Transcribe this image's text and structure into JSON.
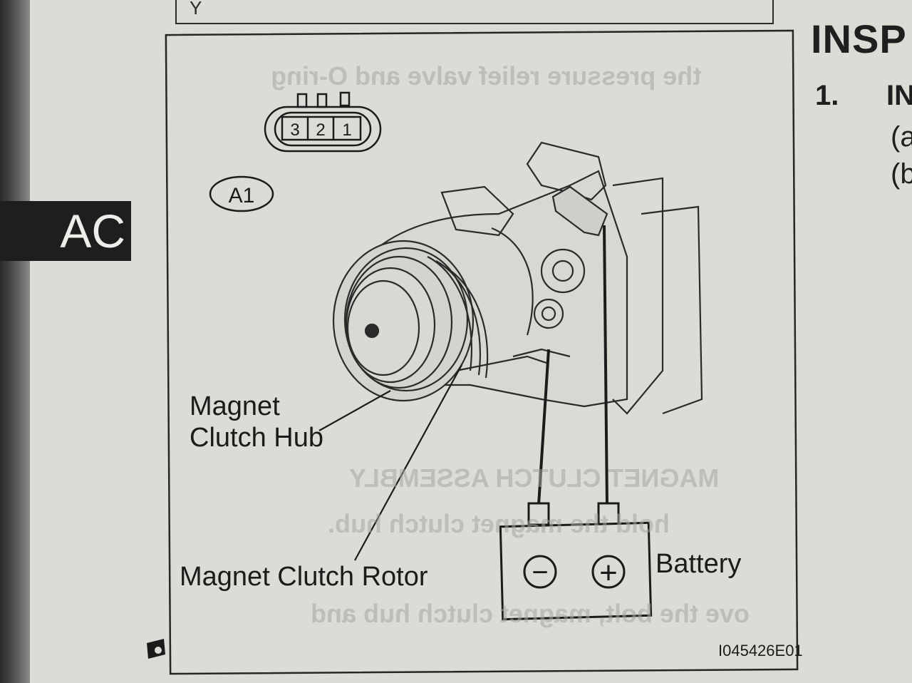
{
  "side_tab": "AC",
  "top_box_text": "Y",
  "heading": "INSP",
  "step": {
    "number": "1.",
    "text": "IN",
    "sub_a": "(a",
    "sub_b": "(b"
  },
  "connector": {
    "pins": [
      "3",
      "2",
      "1"
    ],
    "label": "A1"
  },
  "labels": {
    "hub": "Magnet\nClutch Hub",
    "rotor": "Magnet Clutch Rotor",
    "battery": "Battery"
  },
  "battery_symbols": {
    "negative": "−",
    "positive": "+"
  },
  "figure_id": "I045426E01",
  "colors": {
    "paper": "#dcdbd6",
    "ink": "#1b1b1b",
    "tab": "#1e1e1e"
  }
}
